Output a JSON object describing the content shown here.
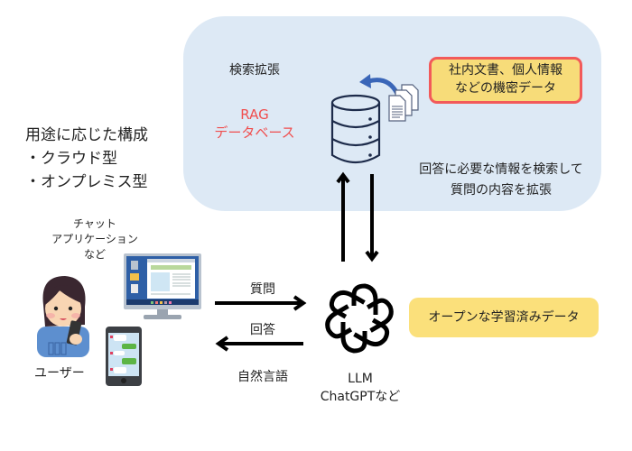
{
  "rag_panel": {
    "section_label": "検索拡張",
    "title_line1": "RAG",
    "title_line2": "データベース",
    "confidential_box": {
      "line1": "社内文書、個人情報",
      "line2": "などの機密データ"
    },
    "description_line1": "回答に必要な情報を検索して",
    "description_line2": "質問の内容を拡張",
    "icons": [
      "database-icon",
      "documents-icon",
      "curved-arrow-icon"
    ]
  },
  "deployment": {
    "heading": "用途に応じた構成",
    "options": [
      "・クラウド型",
      "・オンプレミス型"
    ]
  },
  "client": {
    "app_line1": "チャット",
    "app_line2": "アプリケーション",
    "app_line3": "など",
    "user_label": "ユーザー",
    "icons": [
      "user-illustration",
      "desktop-monitor-icon",
      "smartphone-chat-icon"
    ]
  },
  "flow": {
    "question_label": "質問",
    "answer_label": "回答",
    "language_label": "自然言語"
  },
  "llm": {
    "label_line1": "LLM",
    "label_line2": "ChatGPTなど",
    "icon": "openai-logo-icon"
  },
  "open_data_box": {
    "label": "オープンな学習済みデータ"
  },
  "colors": {
    "panel_bg": "#dde9f5",
    "rag_title": "#f04e4e",
    "confidential_fill": "#f7dc79",
    "confidential_border": "#f25a5a",
    "open_data_fill": "#fbe07b",
    "arrow_blue": "#3a66b8",
    "db_stroke": "#1d2b4a"
  }
}
